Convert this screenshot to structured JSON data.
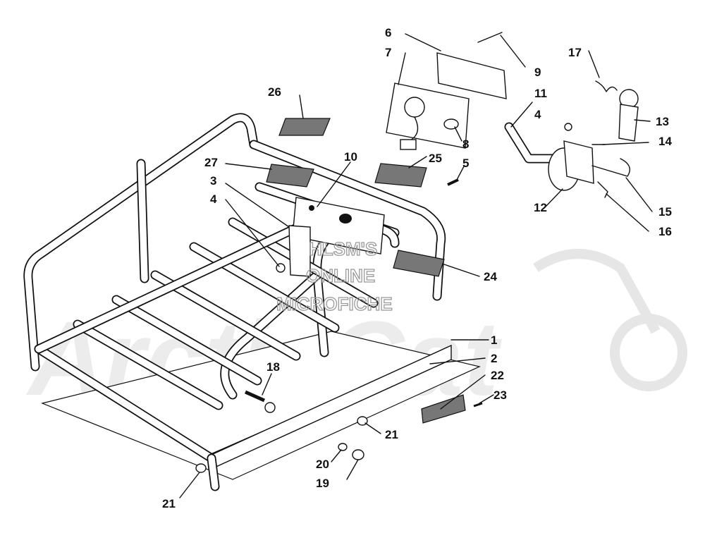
{
  "watermark": {
    "lines": [
      "HLSM'S",
      "ONLINE",
      "MICROFICHE"
    ],
    "logo_text": "ArcticCat"
  },
  "callouts": [
    {
      "id": "c1",
      "label": "1"
    },
    {
      "id": "c2",
      "label": "2"
    },
    {
      "id": "c3",
      "label": "3"
    },
    {
      "id": "c4a",
      "label": "4"
    },
    {
      "id": "c4b",
      "label": "4"
    },
    {
      "id": "c5",
      "label": "5"
    },
    {
      "id": "c6",
      "label": "6"
    },
    {
      "id": "c7",
      "label": "7"
    },
    {
      "id": "c8",
      "label": "8"
    },
    {
      "id": "c9",
      "label": "9"
    },
    {
      "id": "c10",
      "label": "10"
    },
    {
      "id": "c11",
      "label": "11"
    },
    {
      "id": "c12",
      "label": "12"
    },
    {
      "id": "c13",
      "label": "13"
    },
    {
      "id": "c14",
      "label": "14"
    },
    {
      "id": "c15",
      "label": "15"
    },
    {
      "id": "c16",
      "label": "16"
    },
    {
      "id": "c17",
      "label": "17"
    },
    {
      "id": "c18",
      "label": "18"
    },
    {
      "id": "c19",
      "label": "19"
    },
    {
      "id": "c20",
      "label": "20"
    },
    {
      "id": "c21a",
      "label": "21"
    },
    {
      "id": "c21b",
      "label": "21"
    },
    {
      "id": "c22",
      "label": "22"
    },
    {
      "id": "c23",
      "label": "23"
    },
    {
      "id": "c24",
      "label": "24"
    },
    {
      "id": "c25",
      "label": "25"
    },
    {
      "id": "c26",
      "label": "26"
    },
    {
      "id": "c27",
      "label": "27"
    }
  ]
}
